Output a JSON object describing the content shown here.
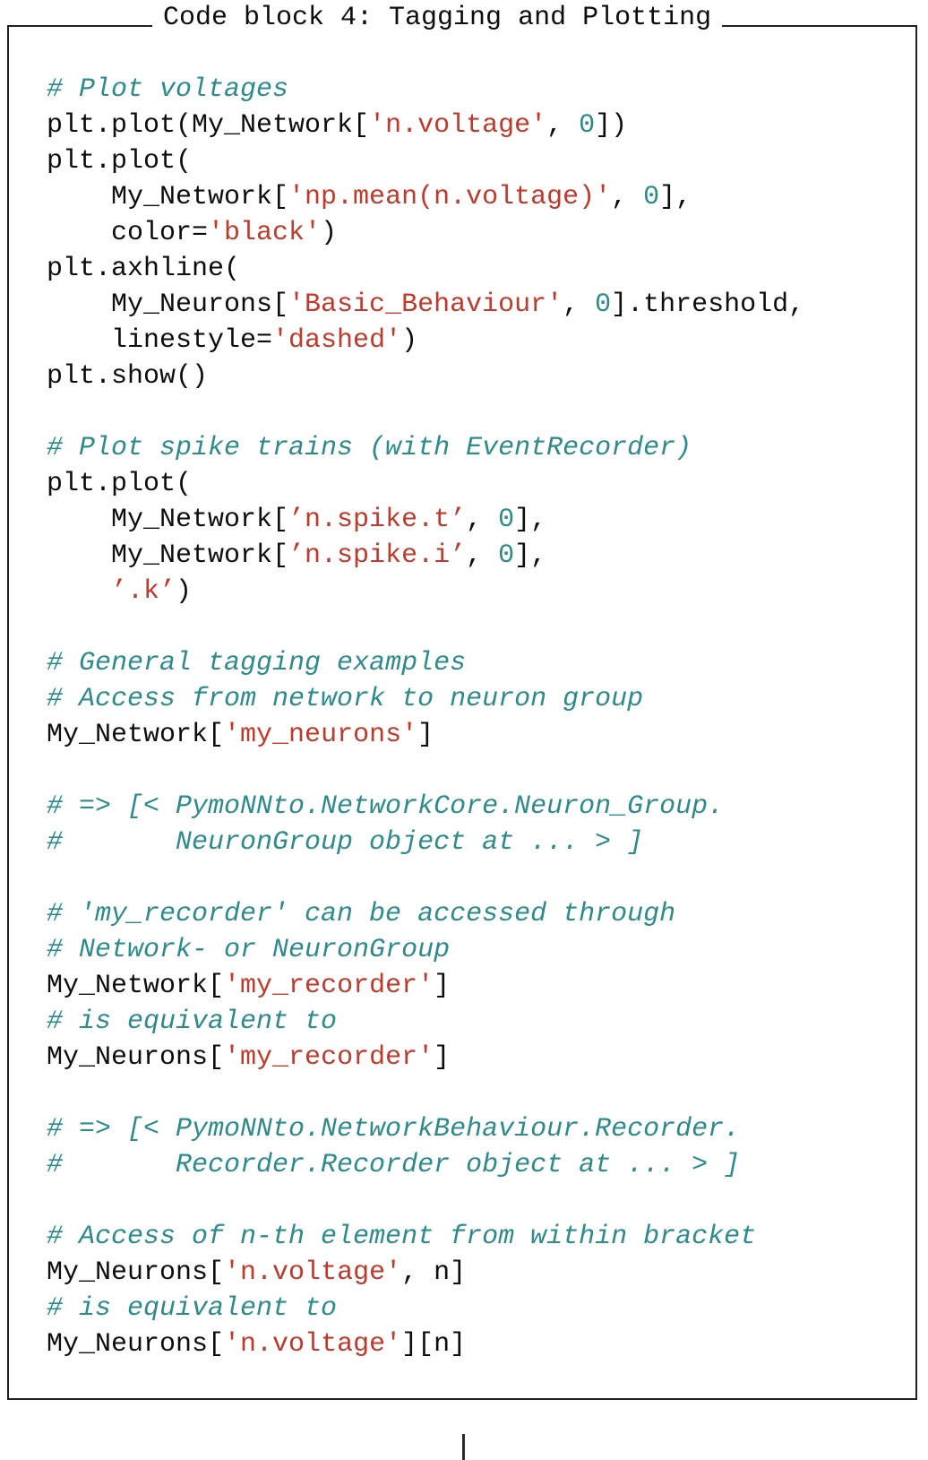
{
  "figure": {
    "title": "Code block 4: Tagging and Plotting"
  },
  "colors": {
    "comment": "#2e8b8b",
    "string": "#c0392b",
    "number": "#2e8b8b",
    "code": "#0d0d0d",
    "border": "#1f1f1f",
    "background": "#ffffff"
  },
  "code": {
    "lines": [
      [
        [
          "# Plot voltages",
          "cm"
        ]
      ],
      [
        [
          "plt.plot(My_Network[",
          "pl"
        ],
        [
          "'n.voltage'",
          "st"
        ],
        [
          ", ",
          "pl"
        ],
        [
          "0",
          "nu"
        ],
        [
          "])",
          "pl"
        ]
      ],
      [
        [
          "plt.plot(",
          "pl"
        ]
      ],
      [
        [
          "    My_Network[",
          "pl"
        ],
        [
          "'np.mean(n.voltage)'",
          "st"
        ],
        [
          ", ",
          "pl"
        ],
        [
          "0",
          "nu"
        ],
        [
          "],",
          "pl"
        ]
      ],
      [
        [
          "    color=",
          "pl"
        ],
        [
          "'black'",
          "st"
        ],
        [
          ")",
          "pl"
        ]
      ],
      [
        [
          "plt.axhline(",
          "pl"
        ]
      ],
      [
        [
          "    My_Neurons[",
          "pl"
        ],
        [
          "'Basic_Behaviour'",
          "st"
        ],
        [
          ", ",
          "pl"
        ],
        [
          "0",
          "nu"
        ],
        [
          "].threshold,",
          "pl"
        ]
      ],
      [
        [
          "    linestyle=",
          "pl"
        ],
        [
          "'dashed'",
          "st"
        ],
        [
          ")",
          "pl"
        ]
      ],
      [
        [
          "plt.show()",
          "pl"
        ]
      ],
      [],
      [
        [
          "# Plot spike trains (with EventRecorder)",
          "cm"
        ]
      ],
      [
        [
          "plt.plot(",
          "pl"
        ]
      ],
      [
        [
          "    My_Network[",
          "pl"
        ],
        [
          "’n.spike.t’",
          "st"
        ],
        [
          ", ",
          "pl"
        ],
        [
          "0",
          "nu"
        ],
        [
          "],",
          "pl"
        ]
      ],
      [
        [
          "    My_Network[",
          "pl"
        ],
        [
          "’n.spike.i’",
          "st"
        ],
        [
          ", ",
          "pl"
        ],
        [
          "0",
          "nu"
        ],
        [
          "],",
          "pl"
        ]
      ],
      [
        [
          "    ",
          "pl"
        ],
        [
          "’.k’",
          "st"
        ],
        [
          ")",
          "pl"
        ]
      ],
      [],
      [
        [
          "# General tagging examples",
          "cm"
        ]
      ],
      [
        [
          "# Access from network to neuron group",
          "cm"
        ]
      ],
      [
        [
          "My_Network[",
          "pl"
        ],
        [
          "'my_neurons'",
          "st"
        ],
        [
          "]",
          "pl"
        ]
      ],
      [],
      [
        [
          "# => [< PymoNNto.NetworkCore.Neuron_Group.",
          "cm"
        ]
      ],
      [
        [
          "#       NeuronGroup object at ... > ]",
          "cm"
        ]
      ],
      [],
      [
        [
          "# 'my_recorder' can be accessed through",
          "cm"
        ]
      ],
      [
        [
          "# Network- or NeuronGroup",
          "cm"
        ]
      ],
      [
        [
          "My_Network[",
          "pl"
        ],
        [
          "'my_recorder'",
          "st"
        ],
        [
          "]",
          "pl"
        ]
      ],
      [
        [
          "# is equivalent to",
          "cm"
        ]
      ],
      [
        [
          "My_Neurons[",
          "pl"
        ],
        [
          "'my_recorder'",
          "st"
        ],
        [
          "]",
          "pl"
        ]
      ],
      [],
      [
        [
          "# => [< PymoNNto.NetworkBehaviour.Recorder.",
          "cm"
        ]
      ],
      [
        [
          "#       Recorder.Recorder object at ... > ]",
          "cm"
        ]
      ],
      [],
      [
        [
          "# Access of n-th element from within bracket",
          "cm"
        ]
      ],
      [
        [
          "My_Neurons[",
          "pl"
        ],
        [
          "'n.voltage'",
          "st"
        ],
        [
          ", n]",
          "pl"
        ]
      ],
      [
        [
          "# is equivalent to",
          "cm"
        ]
      ],
      [
        [
          "My_Neurons[",
          "pl"
        ],
        [
          "'n.voltage'",
          "st"
        ],
        [
          "][n]",
          "pl"
        ]
      ]
    ]
  }
}
